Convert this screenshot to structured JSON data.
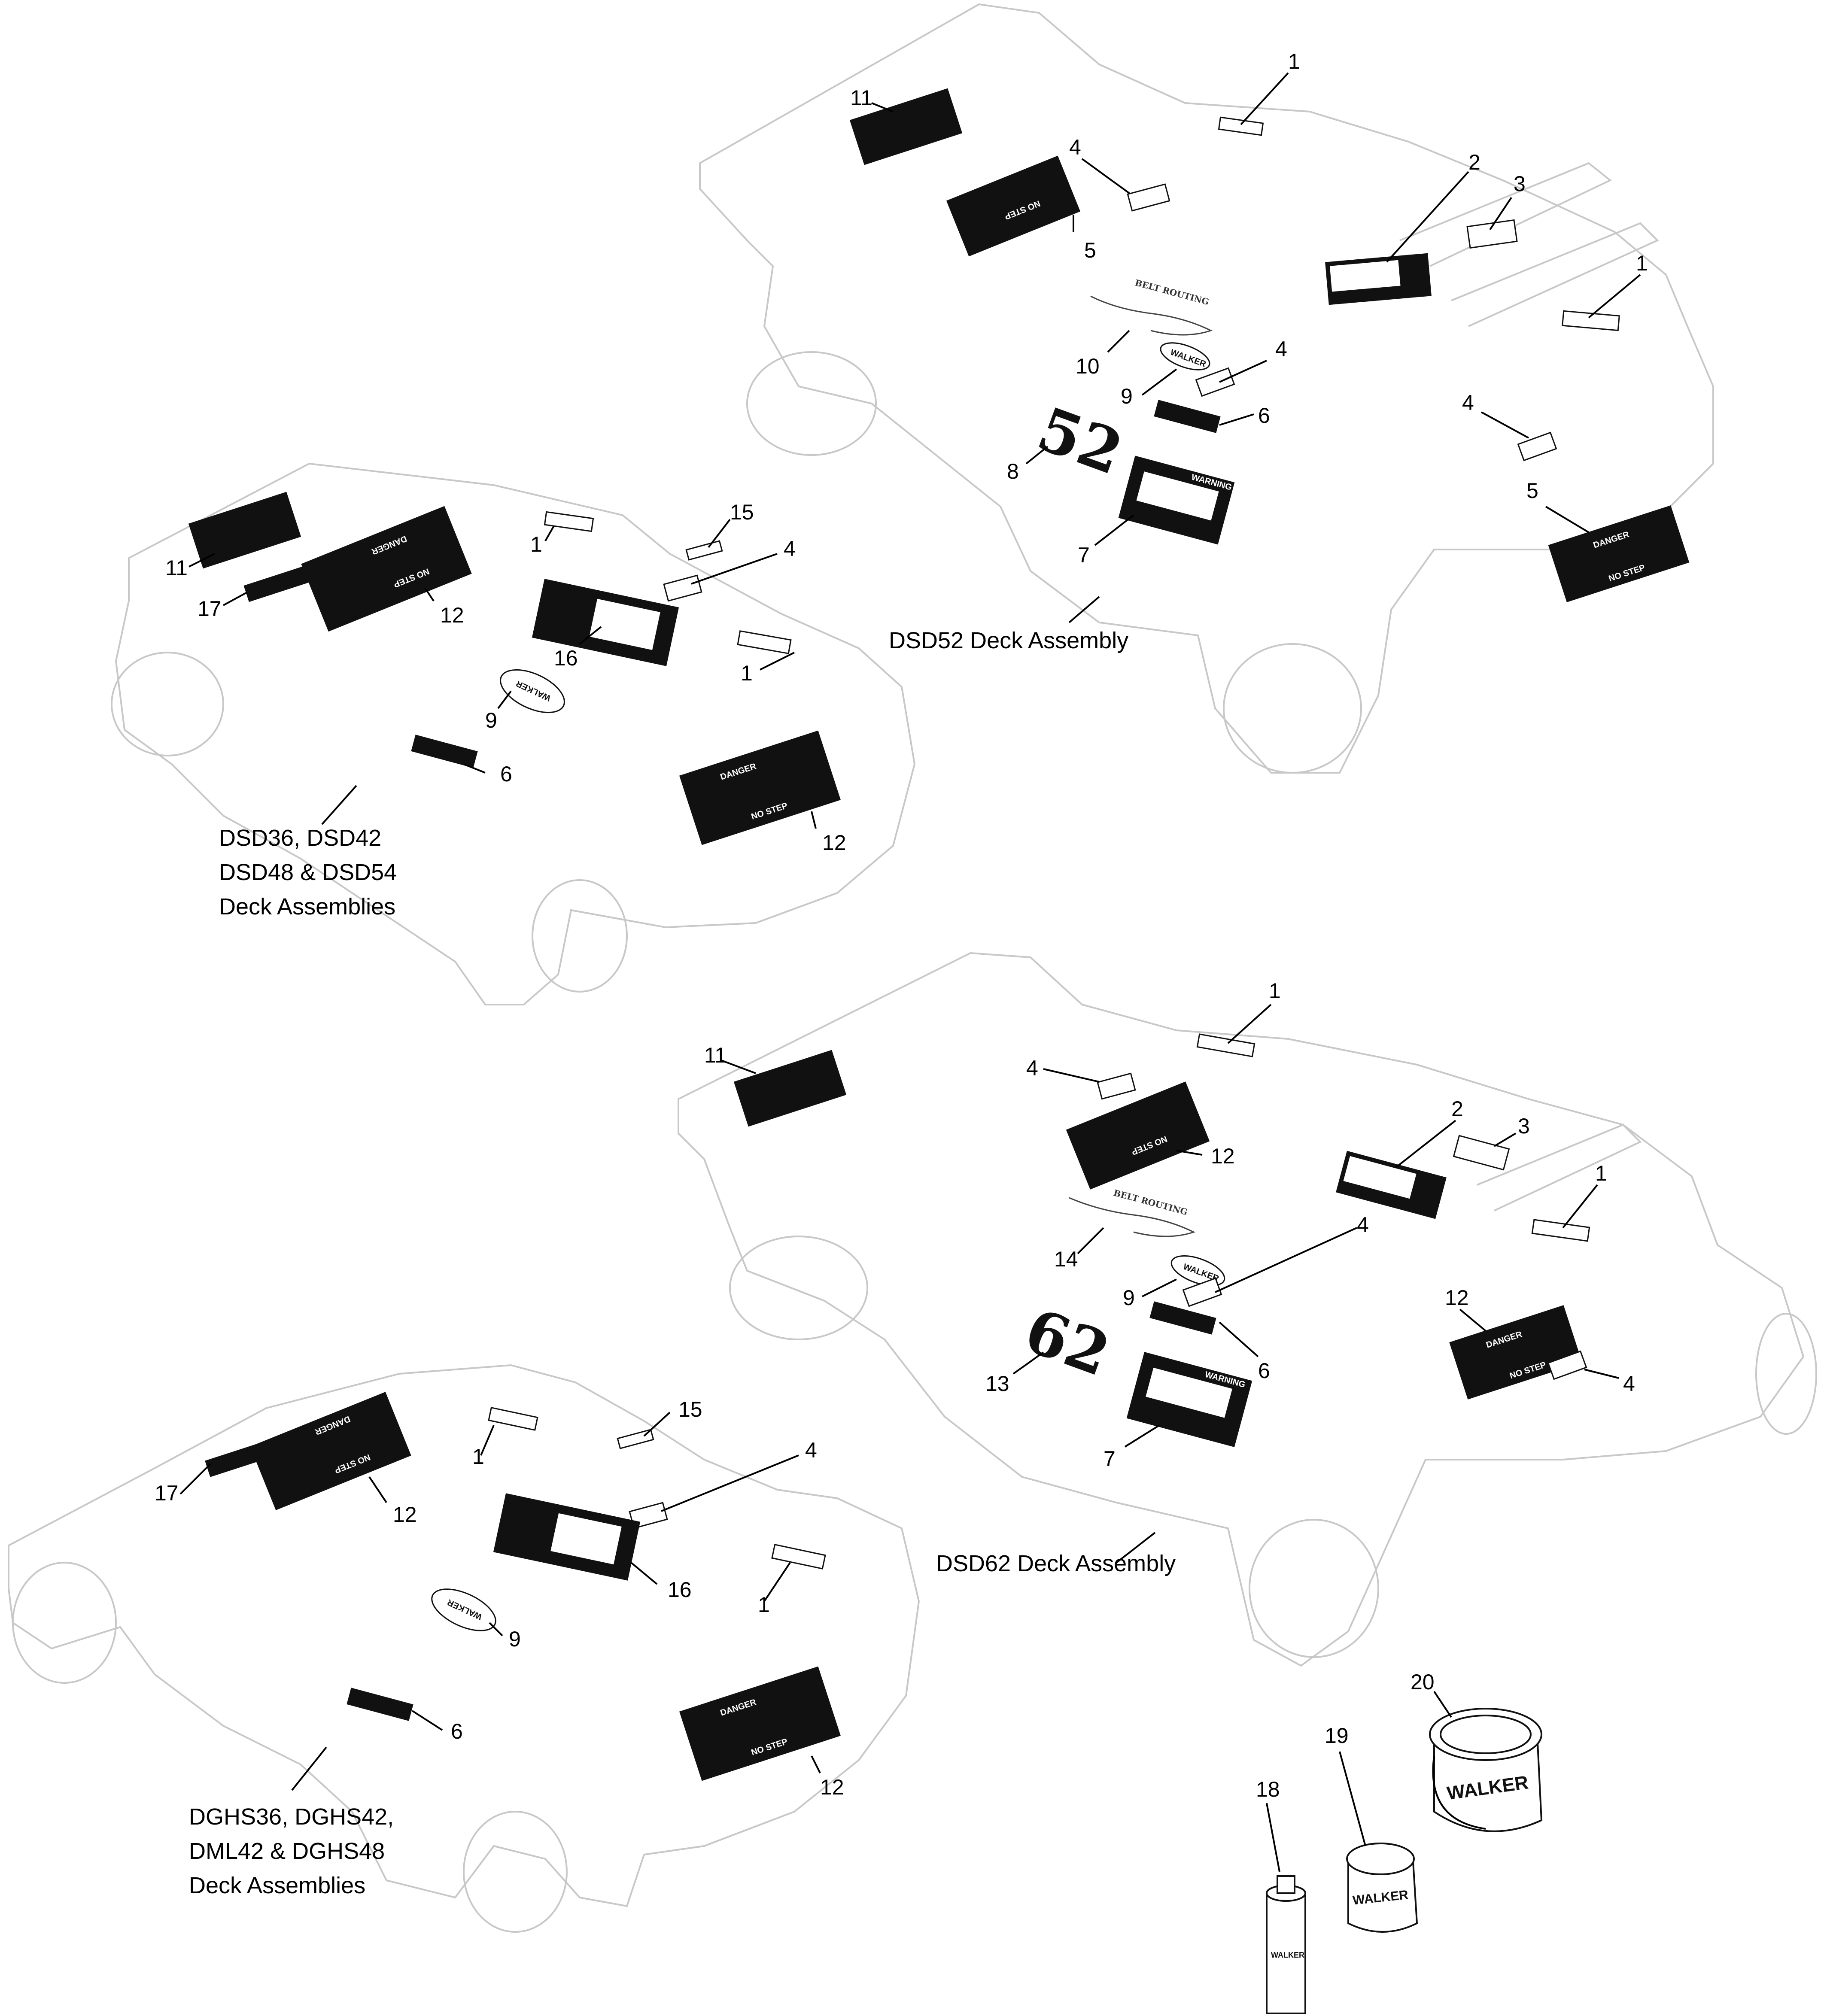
{
  "assemblies": [
    {
      "id": "dsd52",
      "caption": [
        "DSD52 Deck Assembly"
      ]
    },
    {
      "id": "dsd36",
      "caption": [
        "DSD36, DSD42",
        "DSD48 & DSD54",
        "Deck Assemblies"
      ]
    },
    {
      "id": "dsd62",
      "caption": [
        "DSD62 Deck Assembly"
      ]
    },
    {
      "id": "dghs36",
      "caption": [
        "DGHS36, DGHS42,",
        "DML42 & DGHS48",
        "Deck Assemblies"
      ]
    }
  ],
  "callouts": {
    "dsd52": [
      "1",
      "11",
      "4",
      "2",
      "3",
      "5",
      "1",
      "10",
      "4",
      "9",
      "6",
      "4",
      "8",
      "7",
      "5"
    ],
    "dsd36": [
      "11",
      "1",
      "15",
      "4",
      "17",
      "12",
      "16",
      "1",
      "9",
      "6",
      "12"
    ],
    "dsd62": [
      "1",
      "11",
      "4",
      "2",
      "3",
      "12",
      "1",
      "14",
      "4",
      "9",
      "12",
      "6",
      "4",
      "13",
      "7"
    ],
    "dghs36": [
      "15",
      "17",
      "12",
      "1",
      "4",
      "16",
      "1",
      "9",
      "6",
      "12"
    ],
    "paint": [
      "20",
      "19",
      "18"
    ]
  },
  "decal_text": {
    "danger": "DANGER",
    "no_step": "NO STEP",
    "warning": "WARNING",
    "belt_routing": "BELT ROUTING",
    "deck_52": "52",
    "deck_62": "62",
    "brand": "WALKER"
  }
}
